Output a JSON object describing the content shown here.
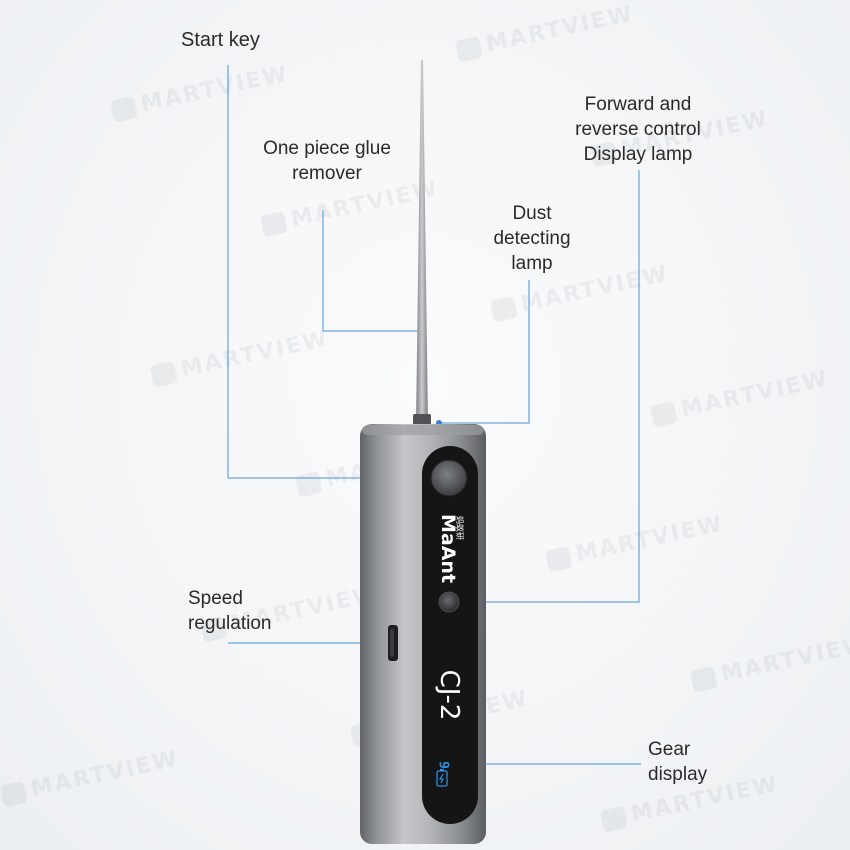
{
  "labels": {
    "start_key": [
      "Start key"
    ],
    "glue_remover": [
      "One piece glue",
      "remover"
    ],
    "forward_reverse": [
      "Forward and",
      "reverse control",
      "Display lamp"
    ],
    "dust_lamp": [
      "Dust",
      "detecting",
      "lamp"
    ],
    "speed": [
      "Speed",
      "regulation"
    ],
    "gear": [
      "Gear",
      "display"
    ]
  },
  "device": {
    "brand_logo": "MaAnt",
    "brand_cn": "蚂蚁研",
    "model": "CJ-2",
    "gear_value": "9"
  },
  "watermark": "MARTVIEW",
  "colors": {
    "leader_line": "#4a90d9",
    "body_light": "#c9cbce",
    "body_dark": "#6f7276",
    "panel": "#141414",
    "gear_digit": "#2d8fe0"
  }
}
